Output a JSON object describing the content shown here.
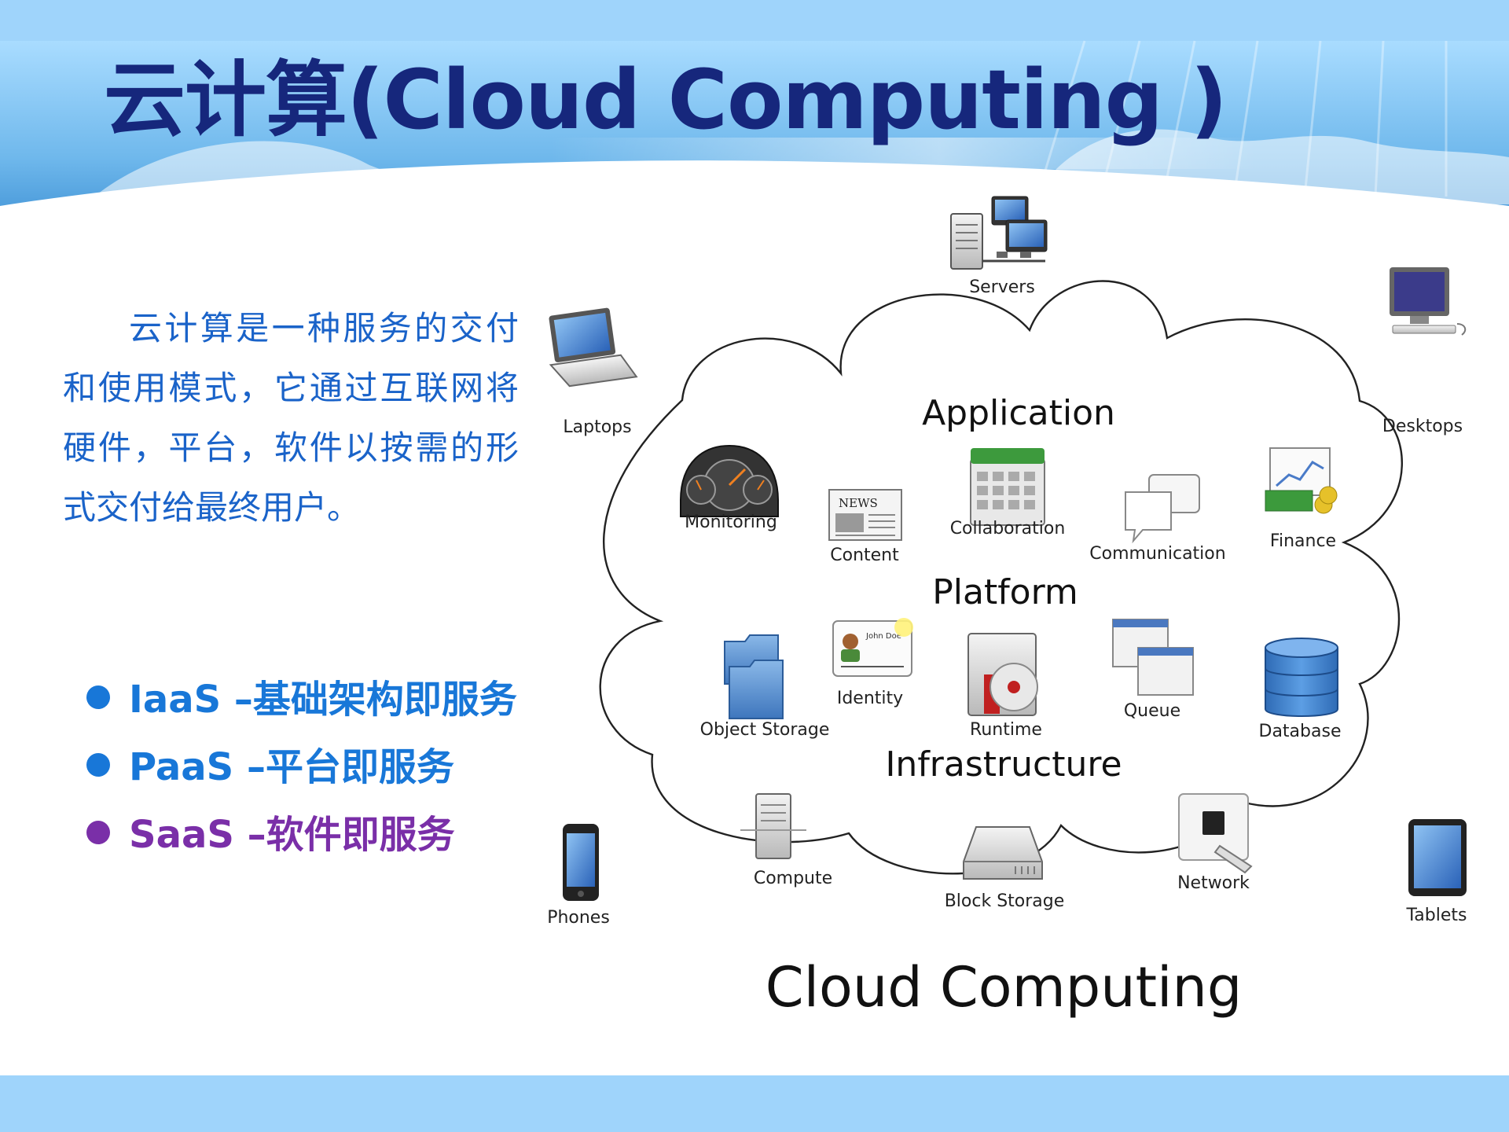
{
  "slide": {
    "title": "云计算(Cloud Computing )",
    "intro": "云计算是一种服务的交付和使用模式，它通过互联网将硬件，平台，软件以按需的形式交付给最终用户。",
    "bullets": [
      {
        "text": "IaaS –基础架构即服务",
        "color": "#1877d8"
      },
      {
        "text": "PaaS –平台即服务",
        "color": "#1877d8"
      },
      {
        "text": "SaaS –软件即服务",
        "color": "#7a2fa8"
      }
    ]
  },
  "diagram": {
    "caption": "Cloud Computing",
    "sections": {
      "application": "Application",
      "platform": "Platform",
      "infrastructure": "Infrastructure"
    },
    "clients": {
      "servers": "Servers",
      "laptops": "Laptops",
      "desktops": "Desktops",
      "phones": "Phones",
      "tablets": "Tablets"
    },
    "application_items": {
      "monitoring": "Monitoring",
      "content": "Content",
      "collaboration": "Collaboration",
      "communication": "Communication",
      "finance": "Finance"
    },
    "platform_items": {
      "object_storage": "Object Storage",
      "identity": "Identity",
      "runtime": "Runtime",
      "queue": "Queue",
      "database": "Database"
    },
    "infrastructure_items": {
      "compute": "Compute",
      "block_storage": "Block Storage",
      "network": "Network"
    },
    "icon_text": {
      "news": "NEWS",
      "badge_name": "John Doe"
    }
  },
  "colors": {
    "title": "#16277c",
    "intro_text": "#1a63c9",
    "band": "#9fd4fb"
  }
}
